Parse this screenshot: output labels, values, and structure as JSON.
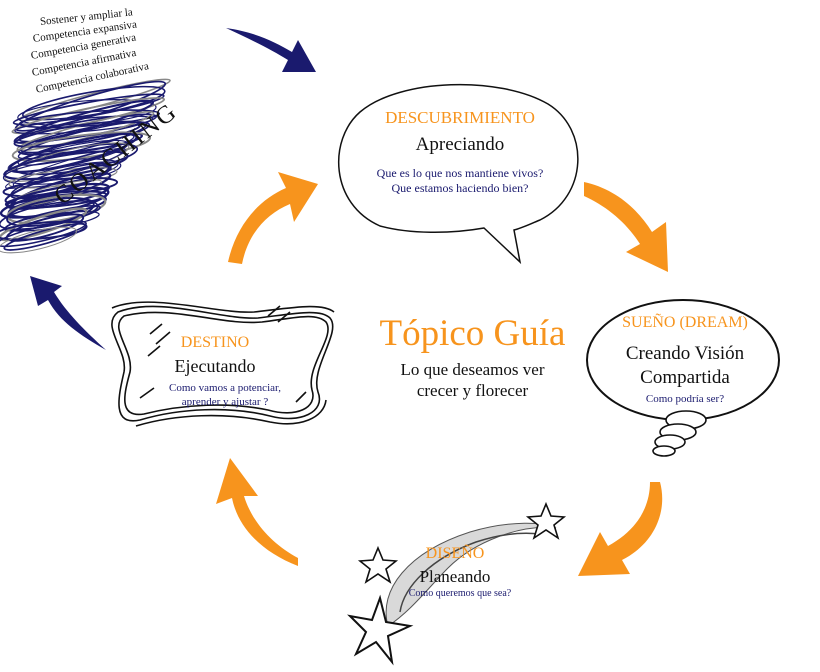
{
  "center": {
    "title": "Tópico Guía",
    "line1": "Lo que deseamos ver",
    "line2": "crecer y florecer"
  },
  "descubrimiento": {
    "title": "DESCUBRIMIENTO",
    "subtitle": "Apreciando",
    "q1": "Que es lo que nos mantiene vivos?",
    "q2": "Que estamos haciendo bien?"
  },
  "sueno": {
    "title": "SUEÑO (DREAM)",
    "line1": "Creando Visión",
    "line2": "Compartida",
    "question": "Como podría ser?"
  },
  "diseno": {
    "title": "DISEÑO",
    "subtitle": "Planeando",
    "question": "Como queremos que sea?"
  },
  "destino": {
    "title": "DESTINO",
    "subtitle": "Ejecutando",
    "q1": "Como vamos a potenciar,",
    "q2": "aprender y ajustar ?"
  },
  "coaching": {
    "word": "COACHING",
    "levels": [
      "Sostener y ampliar la",
      "Competencia expansiva",
      "Competencia generativa",
      "Competencia afirmativa",
      "Competencia colaborativa"
    ]
  },
  "colors": {
    "orange": "#F7941D",
    "navy": "#1A1A6E",
    "ink": "#111111"
  }
}
